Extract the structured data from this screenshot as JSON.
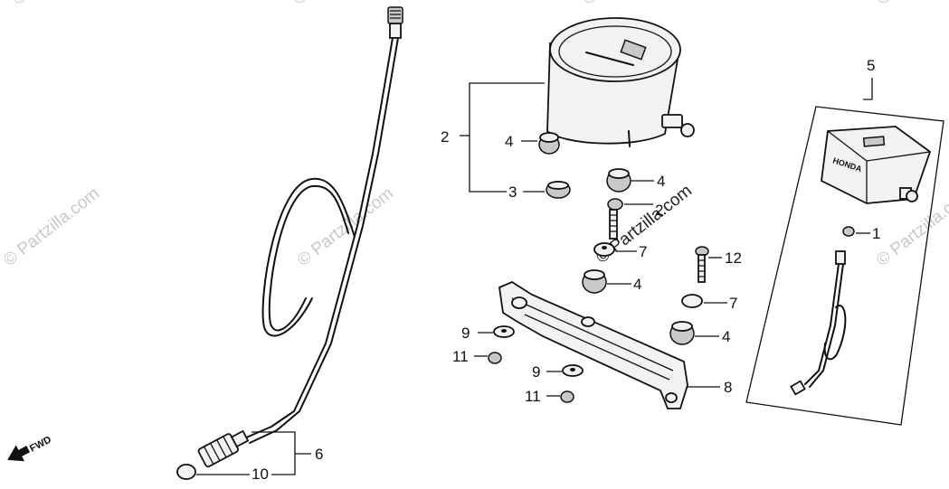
{
  "watermark": "© Partzilla.com",
  "direction_label": "FWD",
  "brand_text": "HONDA",
  "callouts": {
    "c1": "1",
    "c2_main": "2",
    "c2_small": "2",
    "c3": "3",
    "c4_a": "4",
    "c4_b": "4",
    "c4_c": "4",
    "c4_d": "4",
    "c5": "5",
    "c6": "6",
    "c7_a": "7",
    "c7_b": "7",
    "c8": "8",
    "c9_a": "9",
    "c9_b": "9",
    "c10": "10",
    "c11_a": "11",
    "c11_b": "11",
    "c12": "12"
  }
}
